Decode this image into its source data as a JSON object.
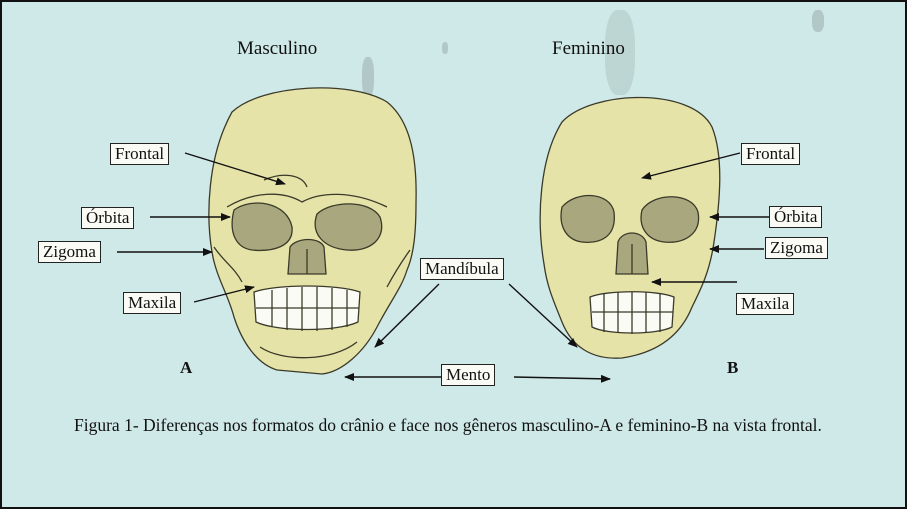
{
  "titles": {
    "male": "Masculino",
    "female": "Feminino"
  },
  "letters": {
    "male": "A",
    "female": "B"
  },
  "labels": {
    "frontal_male": "Frontal",
    "orbita_male": "Órbita",
    "zigoma_male": "Zigoma",
    "maxila_male": "Maxila",
    "frontal_female": "Frontal",
    "orbita_female": "Órbita",
    "zigoma_female": "Zigoma",
    "maxila_female": "Maxila",
    "mandibula": "Mandíbula",
    "mento": "Mento"
  },
  "caption": "Figura 1- Diferenças nos formatos do crânio e face nos gêneros masculino-A e feminino-B na vista frontal.",
  "colors": {
    "background": "#cfe9e8",
    "bone": "#e6e3a8",
    "orbit": "#a9a77e",
    "teeth": "#fbfbf6"
  }
}
